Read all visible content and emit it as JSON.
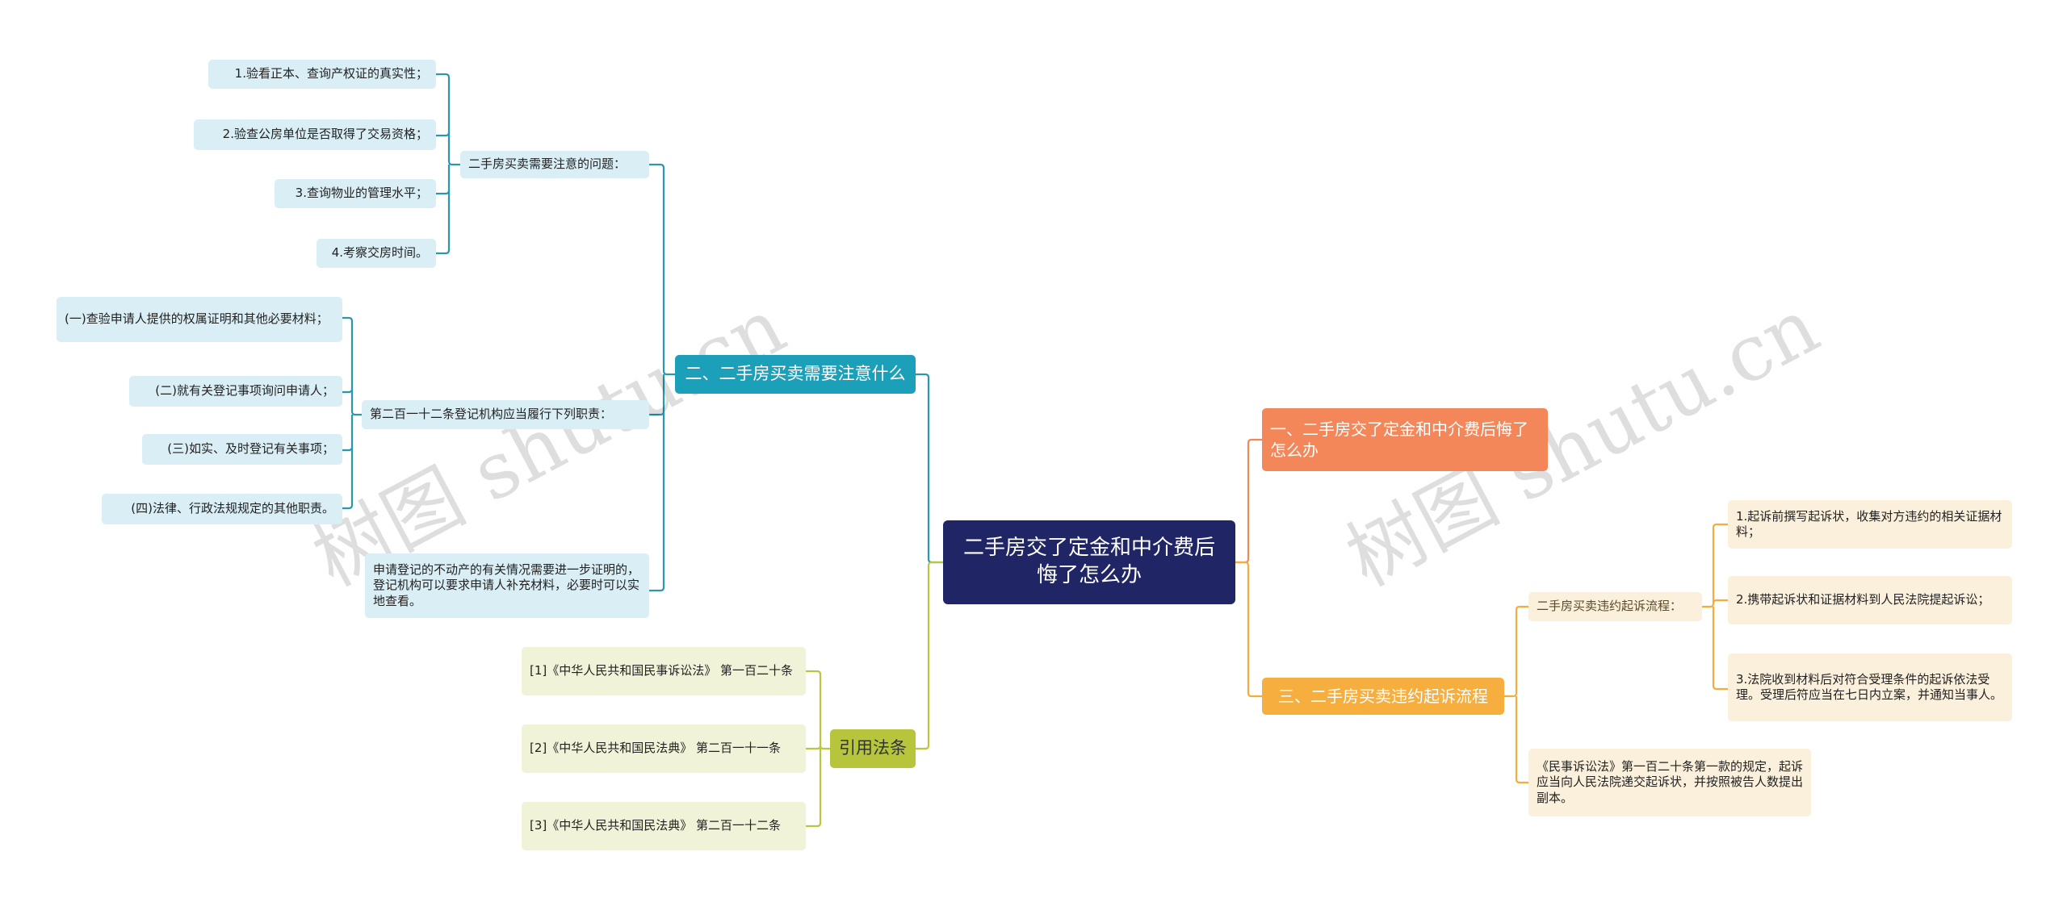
{
  "watermark": "树图 shutu.cn",
  "root": {
    "title": "二手房交了定金和中介费后悔了怎么办"
  },
  "branches": {
    "left_top": {
      "label": "二、二手房买卖需要注意什么",
      "groups": [
        {
          "label": "二手房买卖需要注意的问题：",
          "items": [
            "1.验看正本、查询产权证的真实性；",
            "2.验查公房单位是否取得了交易资格；",
            "3.查询物业的管理水平；",
            "4.考察交房时间。"
          ]
        },
        {
          "label": "第二百一十二条登记机构应当履行下列职责：",
          "items": [
            "(一)查验申请人提供的权属证明和其他必要材料；",
            "(二)就有关登记事项询问申请人；",
            "(三)如实、及时登记有关事项；",
            "(四)法律、行政法规规定的其他职责。"
          ]
        }
      ],
      "note": "申请登记的不动产的有关情况需要进一步证明的，登记机构可以要求申请人补充材料，必要时可以实地查看。"
    },
    "left_bottom": {
      "label": "引用法条",
      "items": [
        "[1]《中华人民共和国民事诉讼法》 第一百二十条",
        "[2]《中华人民共和国民法典》 第二百一十一条",
        "[3]《中华人民共和国民法典》 第二百一十二条"
      ]
    },
    "right_top": {
      "label": "一、二手房交了定金和中介费后悔了怎么办"
    },
    "right_bottom": {
      "label": "三、二手房买卖违约起诉流程",
      "group": {
        "label": "二手房买卖违约起诉流程：",
        "items": [
          "1.起诉前撰写起诉状，收集对方违约的相关证据材料；",
          "2.携带起诉状和证据材料到人民法院提起诉讼；",
          "3.法院收到材料后对符合受理条件的起诉依法受理。受理后符应当在七日内立案，并通知当事人。"
        ]
      },
      "note": "《民事诉讼法》第一百二十条第一款的规定，起诉应当向人民法院递交起诉状，并按照被告人数提出副本。"
    }
  },
  "colors": {
    "root": "#1f2565",
    "teal": "#1c9fb8",
    "orange": "#f38759",
    "amber": "#f6ae3f",
    "olive": "#b6c53b",
    "line_teal": "#2a97ad",
    "line_orange": "#f08a55",
    "line_amber": "#f2ad3d",
    "line_olive": "#b9c73f"
  }
}
